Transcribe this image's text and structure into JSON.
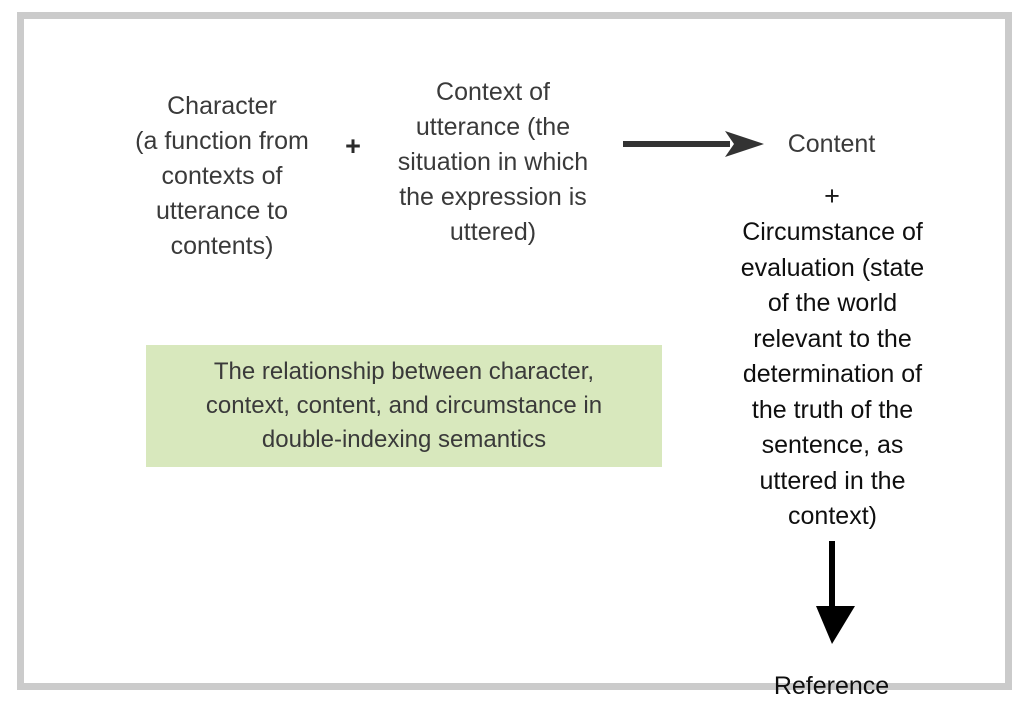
{
  "figure": {
    "frame_color": "#cbcbcb",
    "background": "#ffffff",
    "left_column": {
      "text": "Character\n(a function from\ncontexts of\nutterance to\ncontents)"
    },
    "operator_1": "+",
    "middle_column": {
      "text": "Context of\nutterance (the\nsituation in which\nthe expression is\nuttered)"
    },
    "arrow_right": {
      "name": "rightwards-arrow",
      "color": "#333333"
    },
    "right_column": {
      "content_label": "Content",
      "operator_2": "+",
      "circumstance_text": "Circumstance of\nevaluation (state\nof the world\nrelevant to the\ndetermination of\nthe truth of the\nsentence, as\nuttered in the\ncontext)",
      "reference_label": "Reference"
    },
    "arrow_down": {
      "name": "downwards-arrow",
      "color": "#000000"
    },
    "caption": {
      "text": "The relationship between character,\ncontext, content, and circumstance in\ndouble-indexing semantics",
      "background_color": "#d8e8bd",
      "text_color": "#3a3a3a"
    }
  }
}
